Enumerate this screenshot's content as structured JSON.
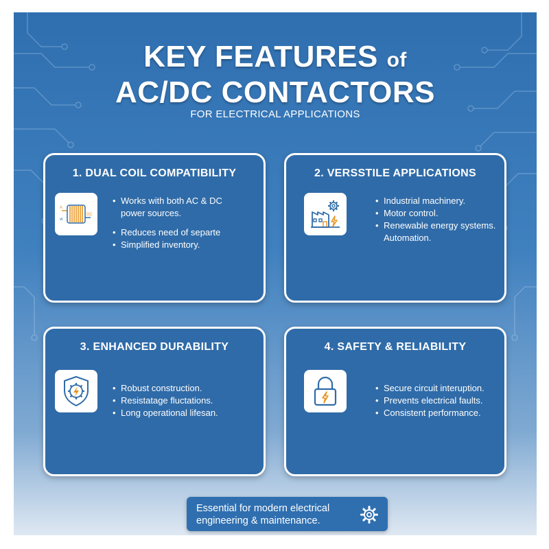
{
  "title": {
    "line1_main": "KEY FEATURES",
    "line1_of": "of",
    "line2": "AC/DC CONTACTORS",
    "subtitle": "FOR ELECTRICAL APPLICATIONS"
  },
  "cards": [
    {
      "title": "1. DUAL COIL COMPATIBILITY",
      "icon": "coil-icon",
      "icon_labels": [
        "A",
        "vr",
        "DC"
      ],
      "bullets": [
        "Works with both AC & DC",
        "power sources.",
        "Reduces need of separte",
        "Simplified inventory."
      ]
    },
    {
      "title": "2. VERSSTILE APPLICATIONS",
      "icon": "factory-gear-icon",
      "bullets": [
        "Industrial machinery.",
        "Motor control.",
        "Renewable energy systems.",
        "Automation."
      ]
    },
    {
      "title": "3. ENHANCED DURABILITY",
      "icon": "shield-gear-icon",
      "bullets": [
        "Robust construction.",
        "Resistatage fluctations.",
        "Long operational lifesan."
      ]
    },
    {
      "title": "4. SAFETY & RELIABILITY",
      "icon": "padlock-bolt-icon",
      "bullets": [
        "Secure circuit interuption.",
        "Prevents electrical faults.",
        "Consistent performance."
      ]
    }
  ],
  "footer": {
    "line1": "Essential for modern electrical",
    "line2": "engineering & maintenance.",
    "icon": "gear-icon"
  },
  "colors": {
    "accent_orange": "#e8941f",
    "icon_blue": "#2f6ba8",
    "card_bg": "#2f6ba8"
  }
}
